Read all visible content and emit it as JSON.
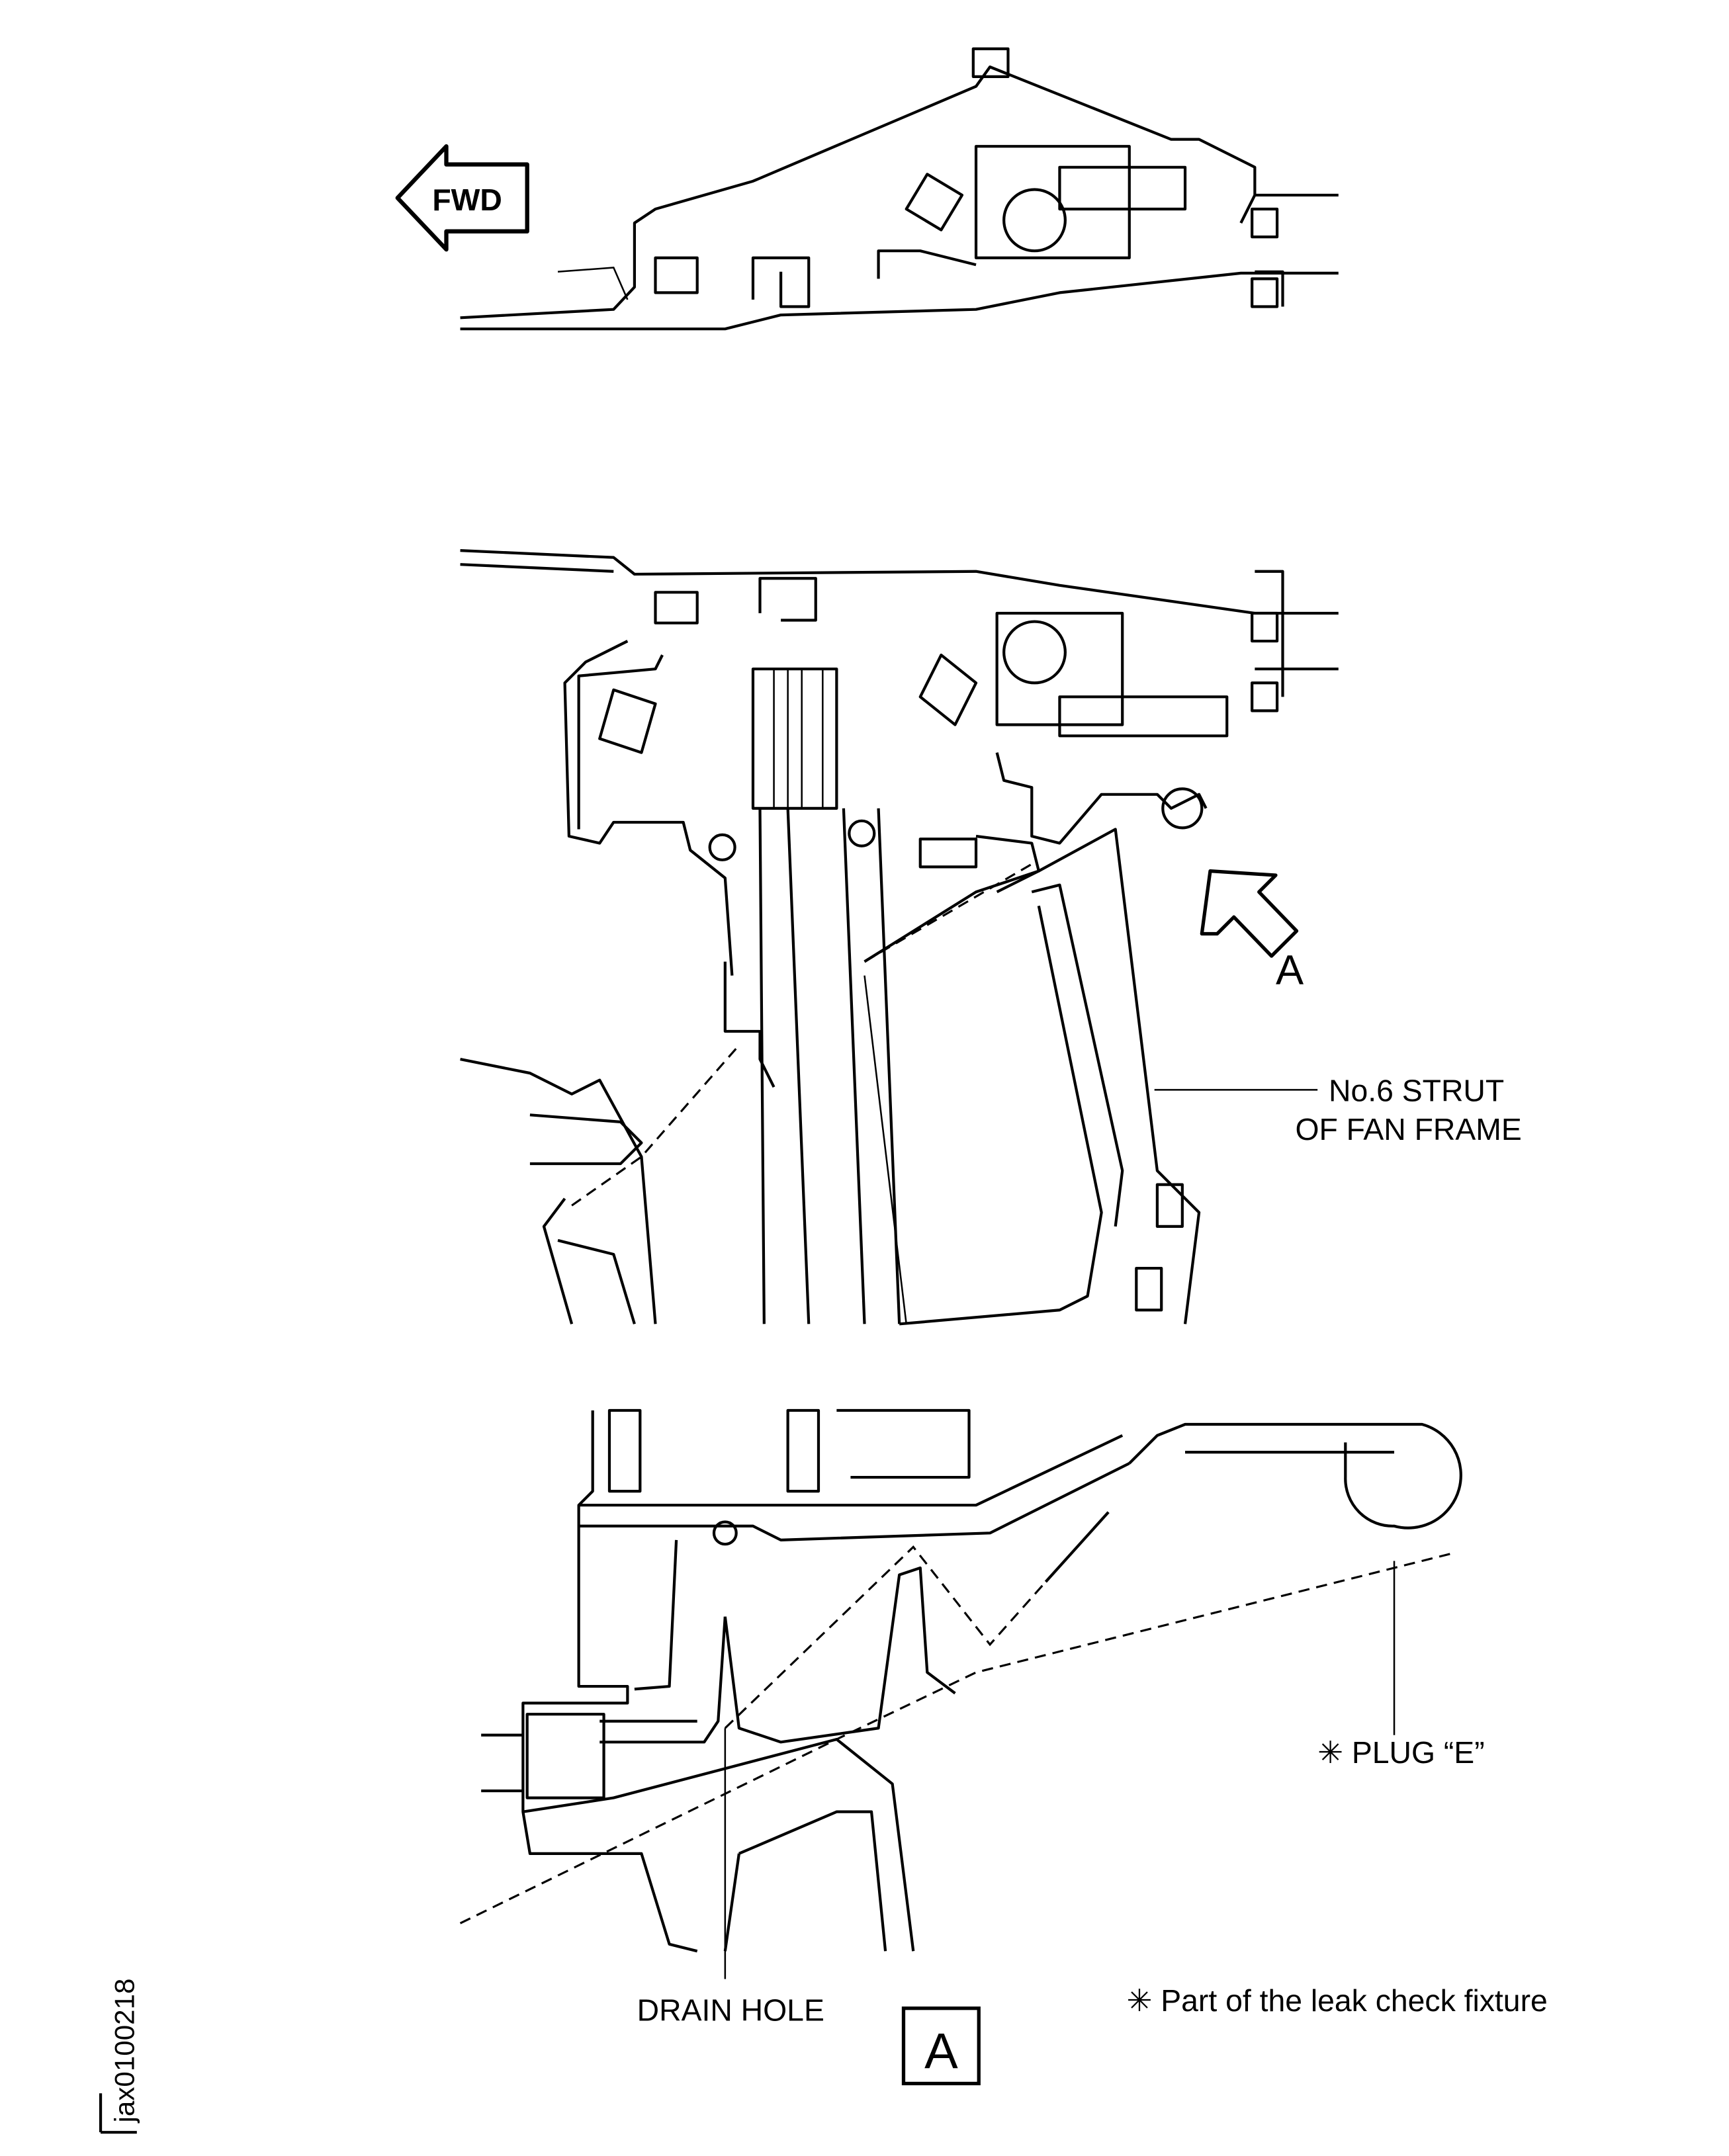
{
  "diagram": {
    "fwd_arrow_label": "FWD",
    "view_arrow_label": "A",
    "strut_label_line1": "No.6  STRUT",
    "strut_label_line2": "OF  FAN  FRAME",
    "plug_label": "✳ PLUG  “E”",
    "drain_hole_label": "DRAIN  HOLE",
    "view_title": "A",
    "footnote": "✳ Part  of  the  leak  check  fixture",
    "figure_id": "jax0100218"
  }
}
